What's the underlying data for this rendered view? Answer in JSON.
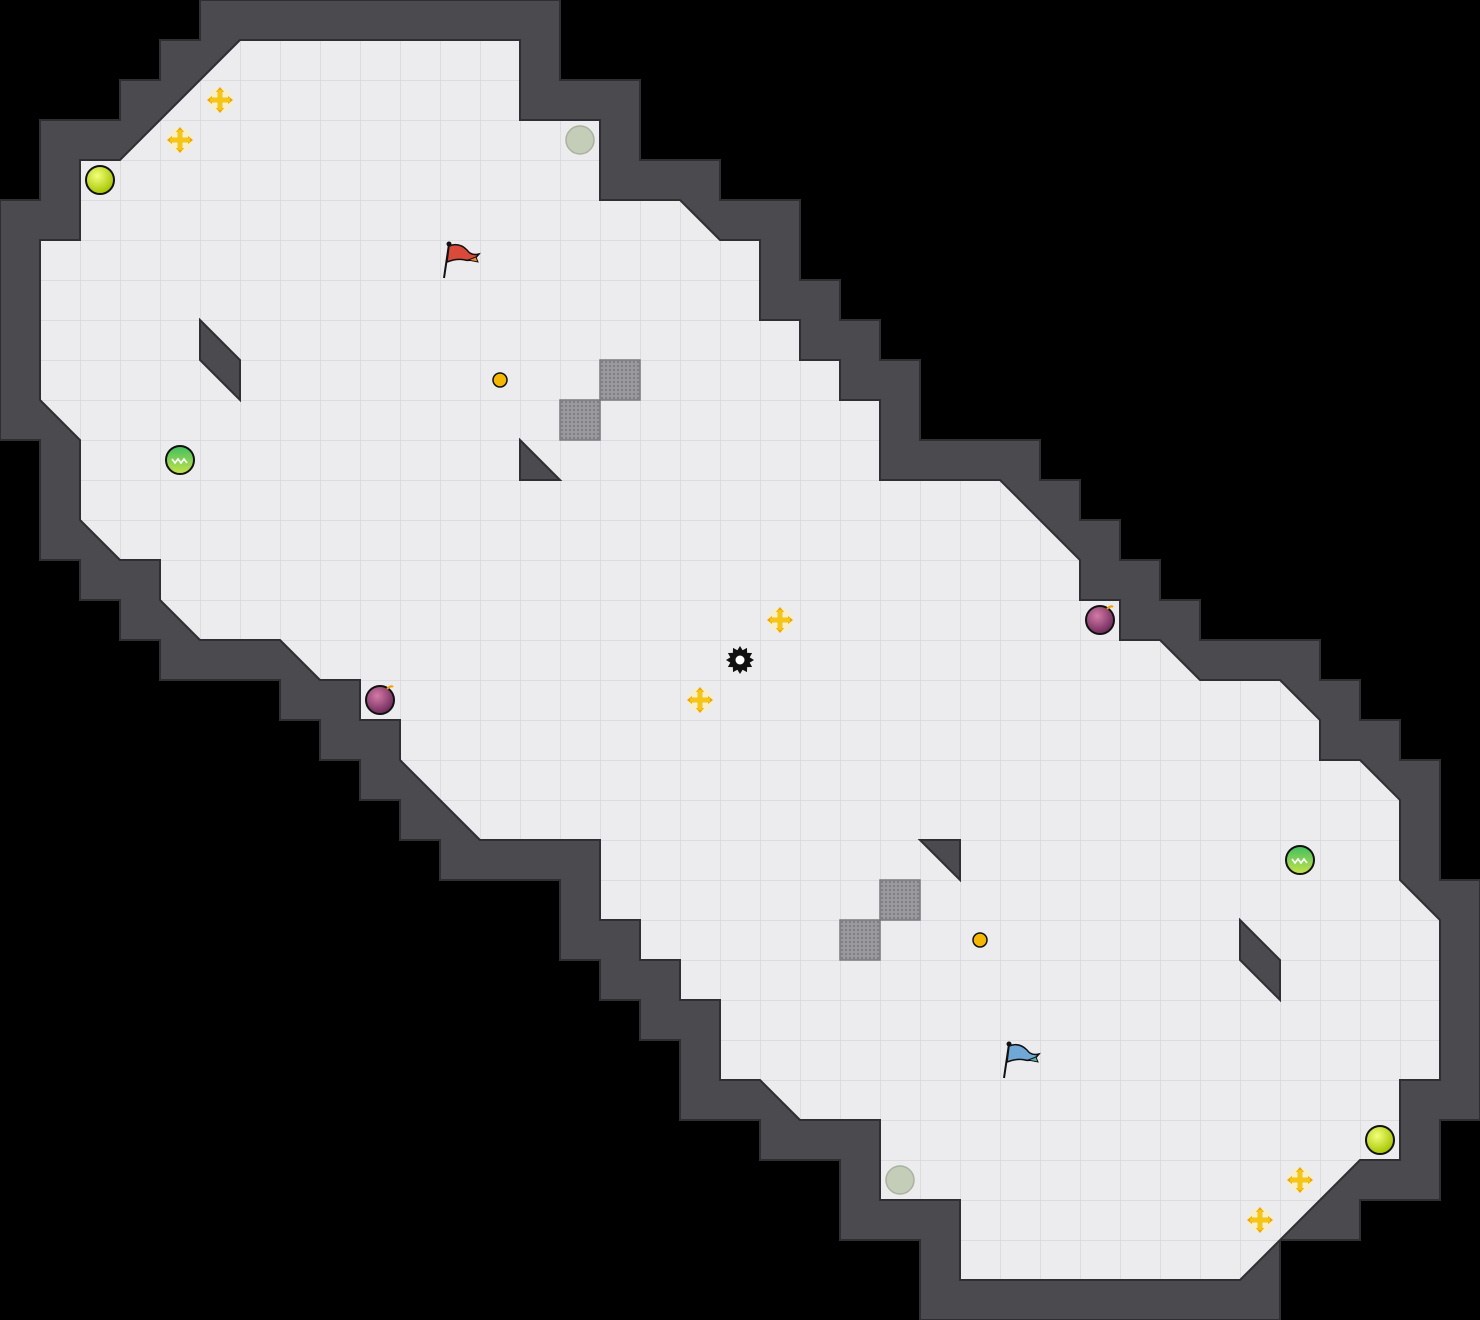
{
  "map": {
    "name": "",
    "grid_cell_units": 1,
    "colors": {
      "background": "#000000",
      "wall": "#4a4a4f",
      "wall_edge": "#2e2e33",
      "floor": "#ececee",
      "grid_line": "#d8d8dc",
      "gate": "#8a8a8e",
      "yellow_boost": "#f5c518",
      "team_red": "#d94a3a",
      "team_blue": "#6fa8d6",
      "powerup": "#c8e600",
      "bomb": "#8b3a6e",
      "jukejuice": "#3fbf5f",
      "spike": "#111111",
      "button": "#f5b800",
      "neutral_tile": "#c4cdb8"
    }
  },
  "objects": [
    {
      "kind": "flag",
      "team": "red",
      "name": "red-flag",
      "col": 11,
      "row": 6
    },
    {
      "kind": "flag",
      "team": "blue",
      "name": "blue-flag",
      "col": 25,
      "row": 26
    },
    {
      "kind": "boost",
      "name": "boost",
      "col": 5,
      "row": 2
    },
    {
      "kind": "boost",
      "name": "boost",
      "col": 4,
      "row": 3
    },
    {
      "kind": "boost",
      "name": "boost",
      "col": 19,
      "row": 15
    },
    {
      "kind": "boost",
      "name": "boost",
      "col": 17,
      "row": 17
    },
    {
      "kind": "boost",
      "name": "boost",
      "col": 32,
      "row": 29
    },
    {
      "kind": "boost",
      "name": "boost",
      "col": 31,
      "row": 30
    },
    {
      "kind": "powerup",
      "name": "powerup",
      "col": 2,
      "row": 4
    },
    {
      "kind": "powerup",
      "name": "powerup",
      "col": 34,
      "row": 28
    },
    {
      "kind": "neutral",
      "name": "neutral-tile",
      "col": 14,
      "row": 3
    },
    {
      "kind": "neutral",
      "name": "neutral-tile",
      "col": 22,
      "row": 29
    },
    {
      "kind": "juke",
      "name": "jukejuice",
      "col": 4,
      "row": 11
    },
    {
      "kind": "juke",
      "name": "jukejuice",
      "col": 32,
      "row": 21
    },
    {
      "kind": "bomb",
      "name": "bomb",
      "col": 27,
      "row": 15
    },
    {
      "kind": "bomb",
      "name": "bomb",
      "col": 9,
      "row": 17
    },
    {
      "kind": "spike",
      "name": "spike",
      "col": 18,
      "row": 16
    },
    {
      "kind": "button",
      "name": "button",
      "col": 12,
      "row": 9
    },
    {
      "kind": "button",
      "name": "button",
      "col": 24,
      "row": 23
    },
    {
      "kind": "gate",
      "name": "gate-tile",
      "col": 15,
      "row": 9
    },
    {
      "kind": "gate",
      "name": "gate-tile",
      "col": 14,
      "row": 10
    },
    {
      "kind": "gate",
      "name": "gate-tile",
      "col": 22,
      "row": 22
    },
    {
      "kind": "gate",
      "name": "gate-tile",
      "col": 21,
      "row": 23
    }
  ]
}
